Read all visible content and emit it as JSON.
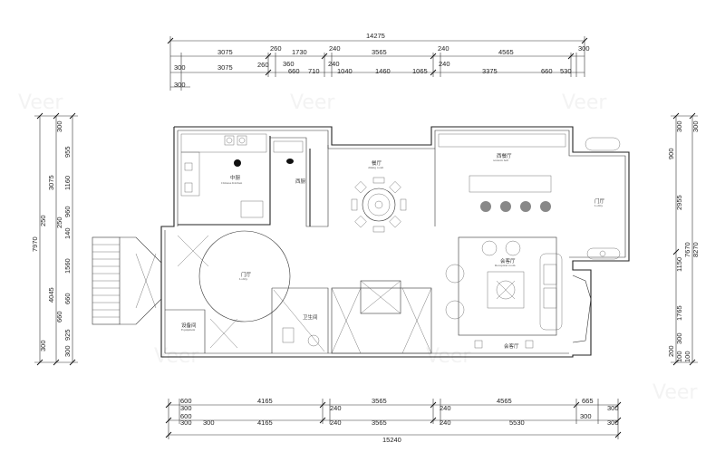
{
  "dimensions": {
    "top_total": "14275",
    "top_row1": [
      "3075",
      "260",
      "1730",
      "240",
      "3565",
      "240",
      "4565",
      "300"
    ],
    "top_row2": [
      "300",
      "3075",
      "260",
      "360",
      "660",
      "710",
      "240",
      "1040",
      "1460",
      "1065",
      "240",
      "3375",
      "660",
      "530"
    ],
    "top_row3": [
      "300"
    ],
    "bottom_row1": [
      "600",
      "300",
      "4165",
      "240",
      "3565",
      "240",
      "4565",
      "665",
      "300"
    ],
    "bottom_row2": [
      "600",
      "300",
      "300",
      "4165",
      "240",
      "3565",
      "240",
      "5530",
      "300",
      "300"
    ],
    "bottom_total": "15240",
    "left_outer": [
      "7970"
    ],
    "left_mid": [
      "3075",
      "250",
      "4045",
      "300"
    ],
    "left_inner": [
      "300",
      "955",
      "1160",
      "960",
      "250",
      "140",
      "1560",
      "660",
      "660",
      "925",
      "300"
    ],
    "right_inner": [
      "300",
      "900",
      "2955",
      "1150",
      "1765",
      "300",
      "200",
      "100"
    ],
    "right_outer": [
      "300",
      "7670",
      "8270",
      "100"
    ]
  },
  "rooms": {
    "kitchen": {
      "cn": "中厨",
      "en": "Chinese Kitchen"
    },
    "west_kitchen": {
      "cn": "西厨"
    },
    "dining": {
      "cn": "餐厅",
      "en": "dining room"
    },
    "bar": {
      "cn": "西餐厅",
      "en": "western hall"
    },
    "hall_left": {
      "cn": "门厅",
      "en": "Lobby"
    },
    "hall_right": {
      "cn": "门厅",
      "en": "Lobby"
    },
    "reception": {
      "cn": "会客厅",
      "en": "Reception room"
    },
    "living": {
      "cn": "会客厅"
    },
    "toilet": {
      "cn": "卫生间"
    },
    "storage": {
      "cn": "设备间",
      "en": "Equipment"
    }
  },
  "watermark": "Veer"
}
